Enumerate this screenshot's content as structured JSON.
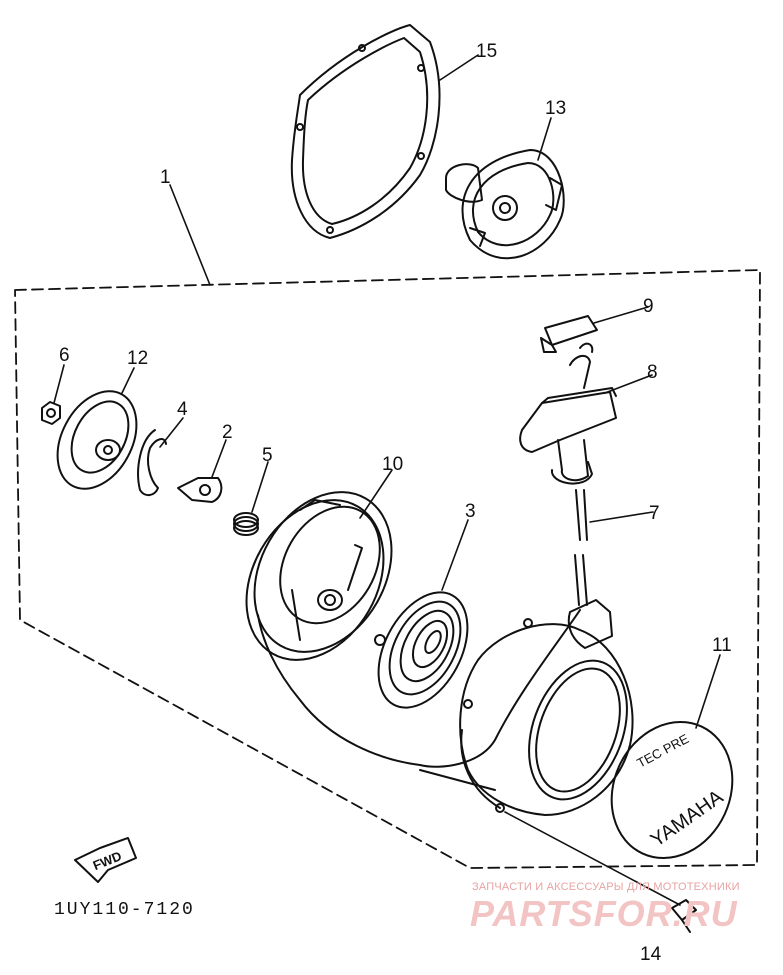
{
  "diagram_code": "1UY110-7120",
  "fwd_label": "FWD",
  "emblem_text": "YAMAHA",
  "emblem_arc_text": "TEC PRE",
  "watermark": {
    "line1": "ЗАПЧАСТИ И АКСЕССУАРЫ ДЛЯ МОТОТЕХНИКИ",
    "line2": "PARTSFOR.RU"
  },
  "part_numbers": {
    "p1": "1",
    "p2": "2",
    "p3": "3",
    "p4": "4",
    "p5": "5",
    "p6": "6",
    "p7": "7",
    "p8": "8",
    "p9": "9",
    "p10": "10",
    "p11": "11",
    "p12": "12",
    "p13": "13",
    "p14": "14",
    "p15": "15"
  }
}
